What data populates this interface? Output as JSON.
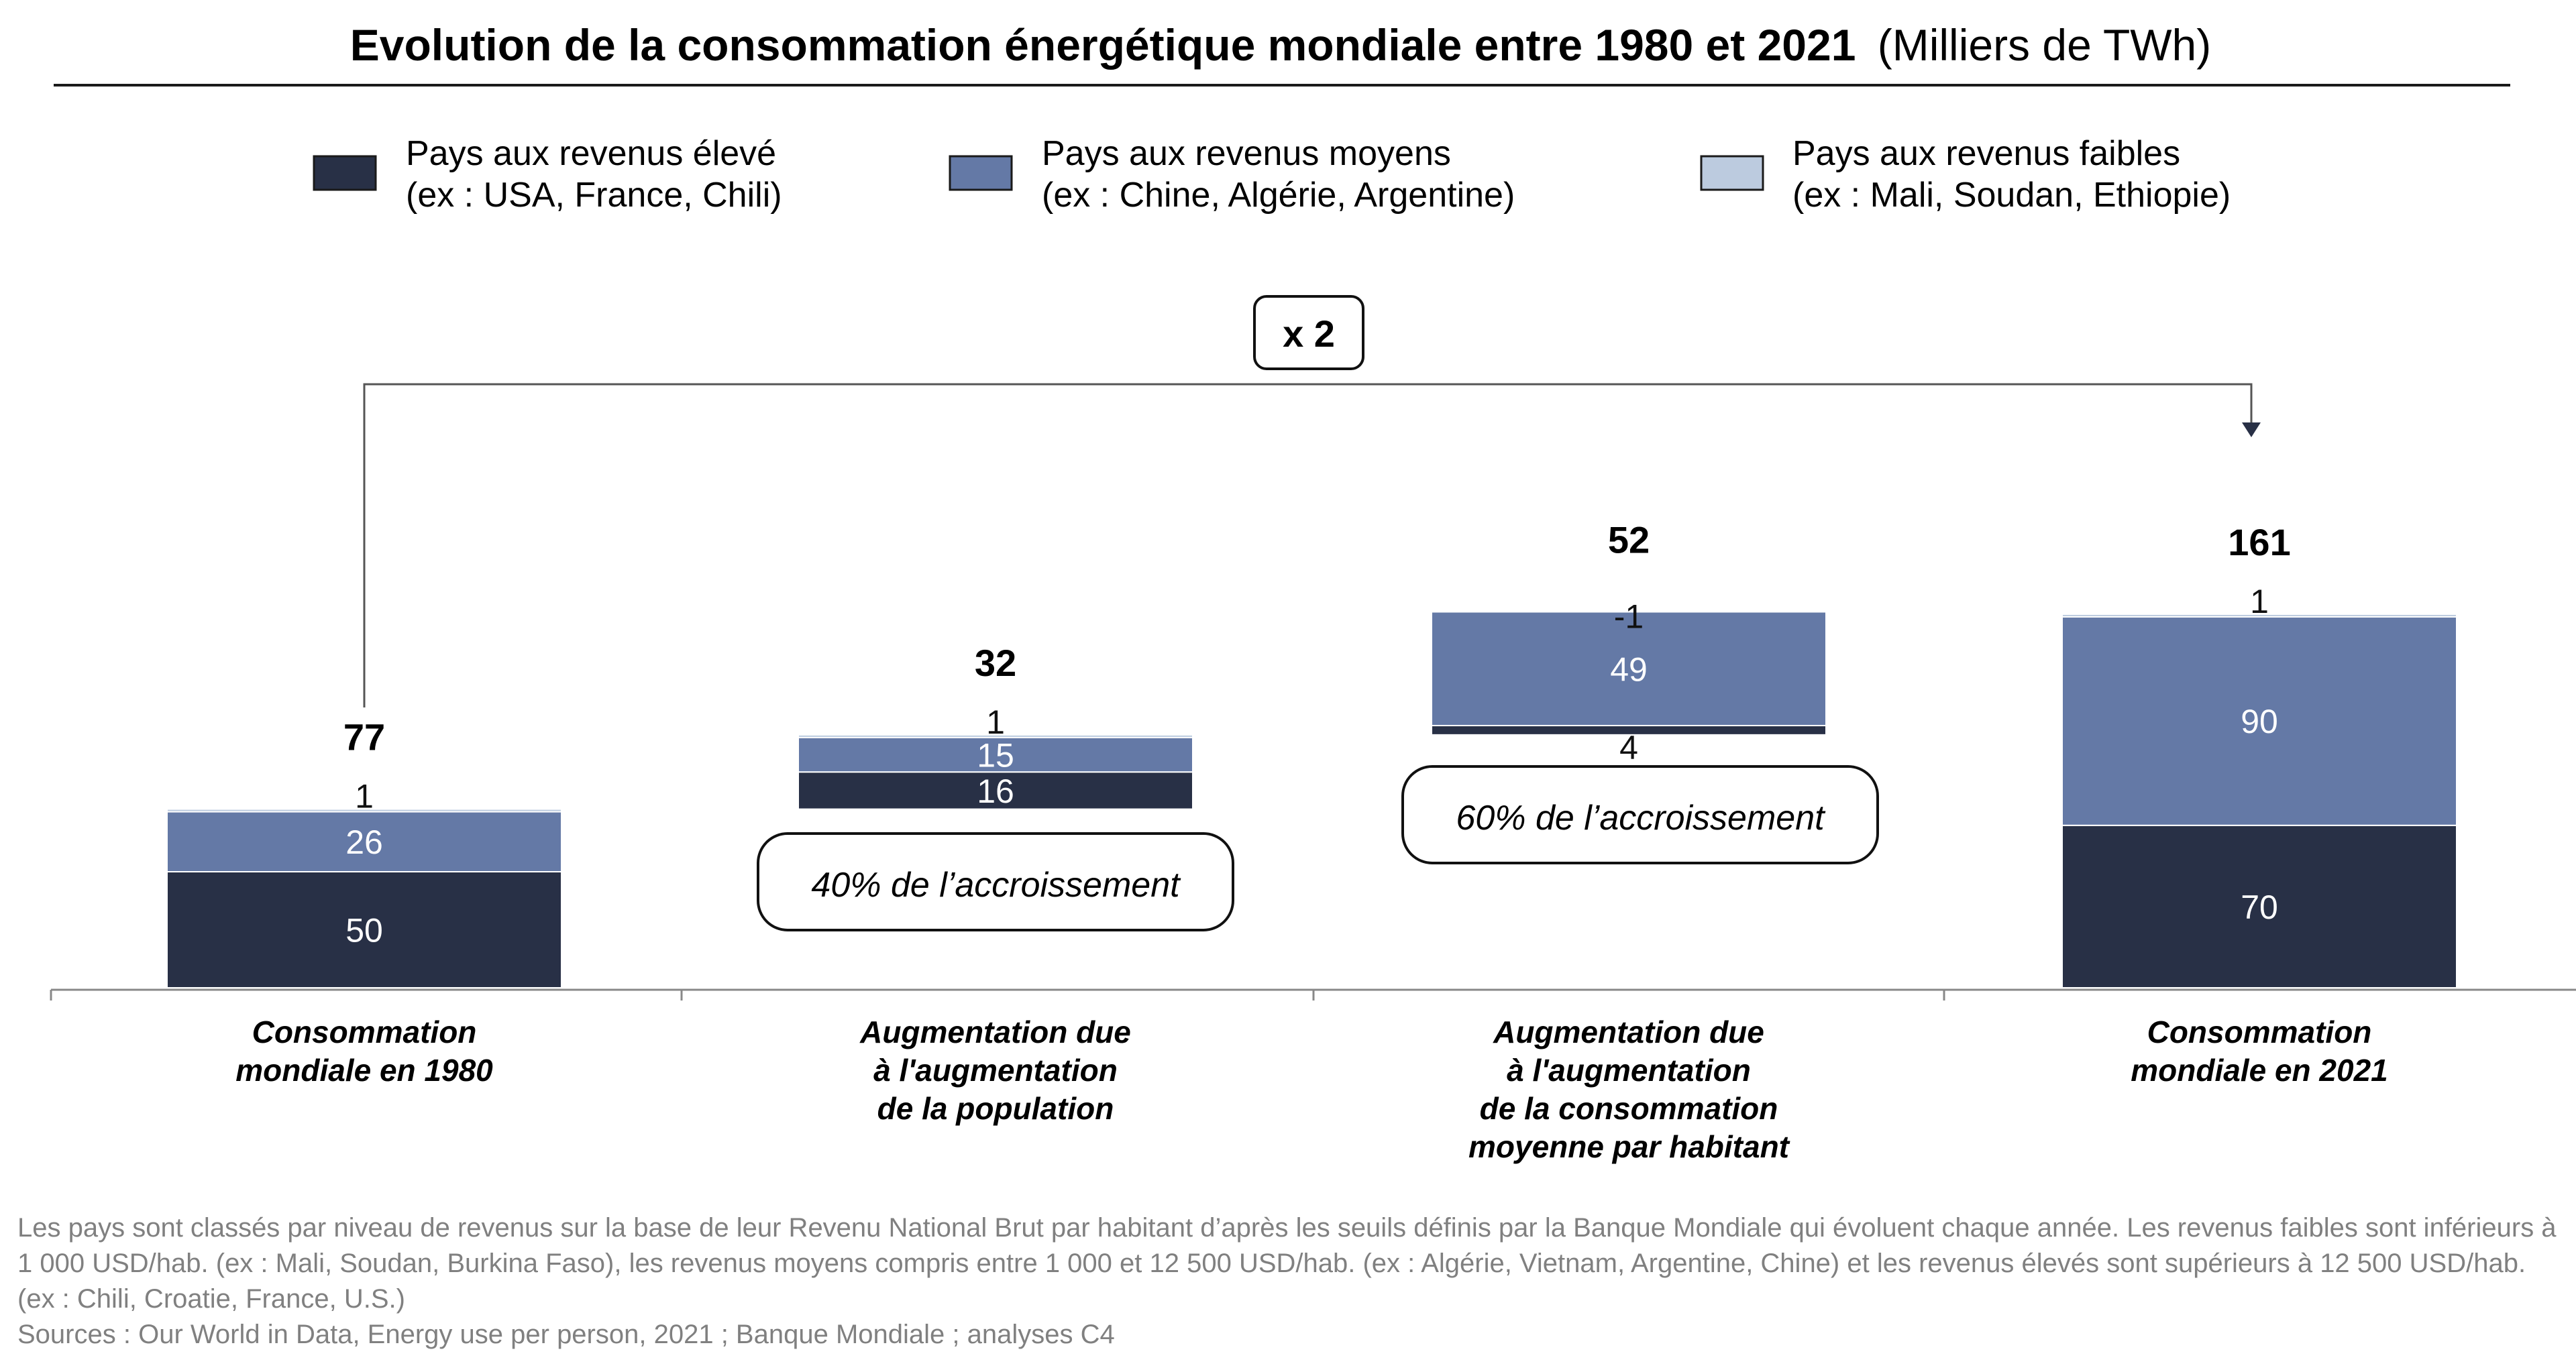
{
  "chart_data": {
    "type": "bar",
    "subtype": "waterfall-stacked",
    "title": "Evolution de la consommation énergétique mondiale entre 1980 et 2021",
    "title_unit": "(Milliers de TWh)",
    "legend_position": "top",
    "series": [
      {
        "name": "Pays aux revenus élevé",
        "example": "(ex : USA, France, Chili)",
        "color": "#283046",
        "values": [
          50,
          16,
          4,
          70
        ]
      },
      {
        "name": "Pays aux revenus moyens",
        "example": "(ex : Chine, Algérie, Argentine)",
        "color": "#6479a6",
        "values": [
          26,
          15,
          49,
          90
        ]
      },
      {
        "name": "Pays aux revenus faibles",
        "example": "(ex : Mali, Soudan, Ethiopie)",
        "color": "#bccbdf",
        "values": [
          1,
          1,
          -1,
          1
        ]
      }
    ],
    "categories": [
      [
        "Consommation",
        "mondiale en 1980"
      ],
      [
        "Augmentation due",
        "à l'augmentation",
        "de la population"
      ],
      [
        "Augmentation due",
        "à l'augmentation",
        "de la consommation",
        "moyenne par habitant"
      ],
      [
        "Consommation",
        "mondiale en 2021"
      ]
    ],
    "totals": [
      "77",
      "32",
      "52",
      "161"
    ],
    "segment_labels": [
      [
        "50",
        "26",
        "1"
      ],
      [
        "16",
        "15",
        "1"
      ],
      [
        "4",
        "49",
        "-1"
      ],
      [
        "70",
        "90",
        "1"
      ]
    ],
    "annotations": {
      "multiplier": "x 2",
      "share_population": "40% de l’accroissement",
      "share_consumption": "60% de l’accroissement"
    },
    "grid": false
  },
  "footnote": [
    "Les pays sont classés par niveau de revenus sur la base de leur Revenu National Brut par habitant d’après les seuils définis par la Banque Mondiale qui évoluent chaque année. Les revenus faibles sont inférieurs à 1 000 USD/hab. (ex : Mali, Soudan, Burkina Faso), les revenus moyens compris entre 1 000 et 12 500 USD/hab. (ex : Algérie, Vietnam, Argentine, Chine) et les revenus élevés sont supérieurs à 12 500 USD/hab. (ex : Chili, Croatie, France, U.S.)",
    "Sources : Our World in Data, Energy use per person, 2021 ; Banque Mondiale ; analyses C4"
  ]
}
